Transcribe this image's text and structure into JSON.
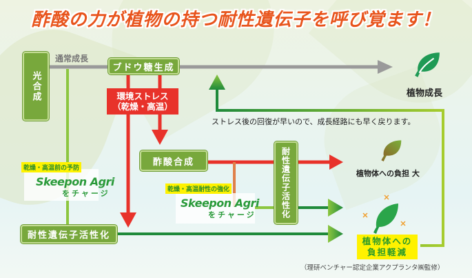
{
  "title": "酢酸の力が植物の持つ耐性遺伝子を呼び覚ます！",
  "nodes": {
    "photosynthesis": "光合成",
    "normal_growth_label": "通常成長",
    "glucose": "ブドウ糖生成",
    "stress_line1": "環境ストレス",
    "stress_line2": "（乾燥・高温）",
    "acetic_synthesis": "酢酸合成",
    "gene_activation_vertical": "耐性遺伝子活性化",
    "gene_activation_bottom": "耐性遺伝子活性化",
    "plant_growth": "植物成長",
    "recovery_note": "ストレス後の回復が早いので、成長経路にも早く戻ります。",
    "burden_large": "植物体への負担 大",
    "burden_reduced_line1": "植物体への",
    "burden_reduced_line2": "負担軽減"
  },
  "skeepon": [
    {
      "tag": "乾燥・高温前の予防",
      "logo": "Skeepon Agri",
      "charge": "をチャージ"
    },
    {
      "tag": "乾燥・高温耐性の強化",
      "logo": "Skeepon Agri",
      "charge": "をチャージ"
    }
  ],
  "footer": "（理研ベンチャー認定企業アクプランタ㈱監修）",
  "colors": {
    "title": "#e8541c",
    "green_box": "#78a83c",
    "stress_red": "#e8322a",
    "growth_gray": "#9a9a9a",
    "gene_green": "#2a9a3a",
    "highlight_yellow": "#fff200"
  }
}
